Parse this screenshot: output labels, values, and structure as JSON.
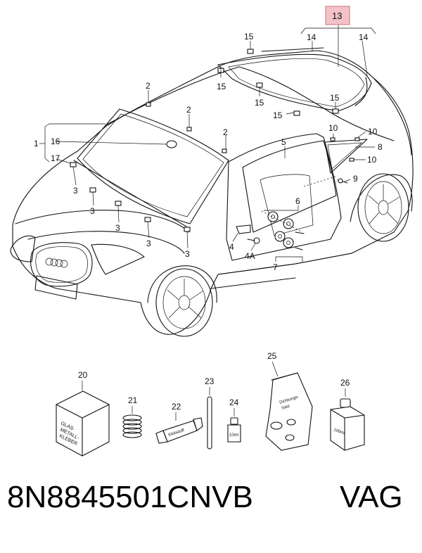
{
  "callouts": {
    "c1": "1",
    "c2a": "2",
    "c2b": "2",
    "c2c": "2",
    "c3a": "3",
    "c3b": "3",
    "c3c": "3",
    "c3d": "3",
    "c3e": "3",
    "c4": "4",
    "c4a": "4A",
    "c5": "5",
    "c6": "6",
    "c7": "7",
    "c8": "8",
    "c9": "9",
    "c10a": "10",
    "c10b": "10",
    "c10c": "10",
    "c13": "13",
    "c14a": "14",
    "c14b": "14",
    "c15a": "15",
    "c15b": "15",
    "c15c": "15",
    "c15d": "15",
    "c15e": "15",
    "c16": "16",
    "c17": "17",
    "c20": "20",
    "c21": "21",
    "c22": "22",
    "c23": "23",
    "c24": "24",
    "c25": "25",
    "c26": "26"
  },
  "accessories": {
    "box_label": [
      "GLAS-",
      "METALL-",
      "KLEBER"
    ],
    "tube_label": "Klebstoff",
    "bottle_label": "10ml",
    "bag_label": [
      "Dichtungs-",
      "Satz"
    ],
    "can_label": "100ml"
  },
  "highlight_color": "#f4c2c6",
  "footer": {
    "part_number": "8N8845501CNVB",
    "brand": "VAG"
  }
}
